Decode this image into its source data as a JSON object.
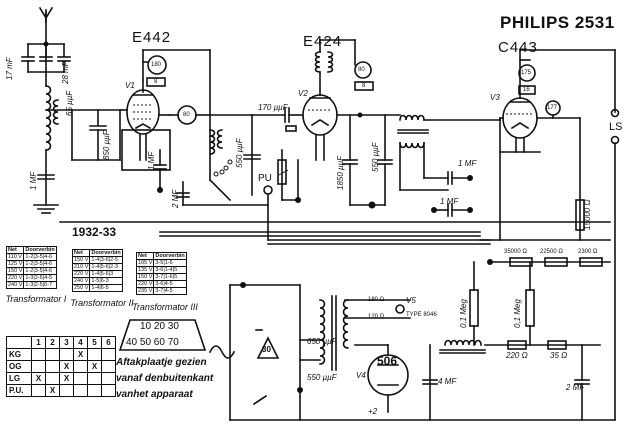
{
  "brand": "PHILIPS 2531",
  "year": "1932-33",
  "tubes": [
    {
      "name": "E442",
      "ref": "V1",
      "pin_tags": [
        "180",
        "80",
        "8"
      ]
    },
    {
      "name": "E424",
      "ref": "V2",
      "pin_tags": [
        "80",
        "8"
      ]
    },
    {
      "name": "C443",
      "ref": "V3",
      "pin_tags": [
        "175",
        "16",
        "177"
      ]
    },
    {
      "name": "506",
      "ref": "V4"
    }
  ],
  "component_labels": {
    "c_17": "17 mF",
    "c_28": "28 mF",
    "c_850": "850 µµF",
    "c_65": "65 µµF",
    "c_1": "1 MF",
    "c_1b": "1 MF",
    "c_2a": "2 MF",
    "c_550a": "550 µµF",
    "c_170": "170 µµF",
    "c_1850": "1850 µµF",
    "c_550b": "550 µµF",
    "c_1mf_c": "1 MF",
    "c_1mf_d": "1 MF",
    "r_15000": "15000 Ω",
    "pu": "PU",
    "ls": "LS",
    "r_35000": "35000 Ω",
    "r_22500": "22500 Ω",
    "r_2300": "2300 Ω",
    "r_220": "220 Ω",
    "r_35": "35 Ω",
    "c_2mf": "2 MF",
    "c_4mf": "4 MF",
    "c_650": "650 µµF",
    "c_550c": "550 µµF",
    "r_01meg": "0,1 Meg",
    "r_01meg_b": "0,1 Meg",
    "v5": "V5",
    "type": "TYPE 8046",
    "v_180": "180 Ω",
    "v_120": "120 Ω",
    "fuse": "30",
    "pin_4_2": "+2"
  },
  "transformer_tables": [
    {
      "caption": "Transformator I",
      "header": [
        "Net",
        "Doorverbin"
      ],
      "rows": [
        [
          "110 V",
          "1-2|3-5|4-6"
        ],
        [
          "125 V",
          "1-2|3-5|4-6"
        ],
        [
          "150 V",
          "1-2|3-5|4-6"
        ],
        [
          "220 V",
          "1-3|2-6|4-5"
        ],
        [
          "240 V",
          "1-3|2-5|6-7"
        ]
      ]
    },
    {
      "caption": "Transformator II",
      "header": [
        "Net",
        "Doorverbin"
      ],
      "rows": [
        [
          "150 V",
          "1-4|3-6|2-5"
        ],
        [
          "210 V",
          "1-4|5-6|2-3"
        ],
        [
          "220 V",
          "1-4|5-6|3"
        ],
        [
          "240 V",
          "1-5|6-3"
        ],
        [
          "250 V",
          "1-4|6-5"
        ]
      ]
    },
    {
      "caption": "Transformator III",
      "header": [
        "Net",
        "Doorverbin"
      ],
      "rows": [
        [
          "105 V",
          "3-5|1-6"
        ],
        [
          "135 V",
          "3-6|1-4|5"
        ],
        [
          "150 V",
          "3-7|1-6|5"
        ],
        [
          "220 V",
          "3-6|4-5"
        ],
        [
          "235 V",
          "3-7|4-5"
        ]
      ]
    }
  ],
  "tap_diagram": {
    "numbers_top": "10 20 30",
    "numbers_bottom": "40 50 60 70"
  },
  "switch_table": {
    "header": [
      "",
      "1",
      "2",
      "3",
      "4",
      "5",
      "6"
    ],
    "rows": [
      {
        "label": "KG",
        "marks": [
          "",
          "",
          "",
          "X",
          "",
          ""
        ]
      },
      {
        "label": "OG",
        "marks": [
          "",
          "",
          "X",
          "",
          "X",
          ""
        ]
      },
      {
        "label": "LG",
        "marks": [
          "X",
          "",
          "X",
          "",
          "",
          ""
        ]
      },
      {
        "label": "P.U.",
        "marks": [
          "",
          "X",
          "",
          "",
          "",
          ""
        ]
      }
    ]
  },
  "notes": [
    "Aftakplaatje gezien",
    "vanaf denbuitenkant",
    "vanhet apparaat"
  ]
}
